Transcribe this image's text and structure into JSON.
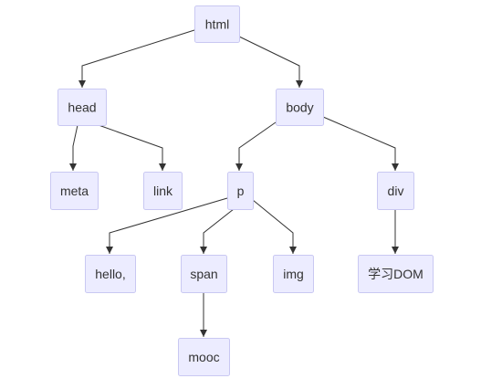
{
  "diagram": {
    "type": "tree",
    "colors": {
      "node_fill": "#ececff",
      "node_border": "#c9c8f2",
      "edge": "#333333",
      "text": "#333333"
    },
    "nodes": [
      {
        "id": "html",
        "label": "html"
      },
      {
        "id": "head",
        "label": "head"
      },
      {
        "id": "body",
        "label": "body"
      },
      {
        "id": "meta",
        "label": "meta"
      },
      {
        "id": "link",
        "label": "link"
      },
      {
        "id": "p",
        "label": "p"
      },
      {
        "id": "div",
        "label": "div"
      },
      {
        "id": "hello",
        "label": "hello,"
      },
      {
        "id": "span",
        "label": "span"
      },
      {
        "id": "img",
        "label": "img"
      },
      {
        "id": "dom",
        "label": "学习DOM"
      },
      {
        "id": "mooc",
        "label": "mooc"
      }
    ],
    "edges": [
      {
        "from": "html",
        "to": "head"
      },
      {
        "from": "html",
        "to": "body"
      },
      {
        "from": "head",
        "to": "meta"
      },
      {
        "from": "head",
        "to": "link"
      },
      {
        "from": "body",
        "to": "p"
      },
      {
        "from": "body",
        "to": "div"
      },
      {
        "from": "p",
        "to": "hello"
      },
      {
        "from": "p",
        "to": "span"
      },
      {
        "from": "p",
        "to": "img"
      },
      {
        "from": "div",
        "to": "dom"
      },
      {
        "from": "span",
        "to": "mooc"
      }
    ]
  }
}
